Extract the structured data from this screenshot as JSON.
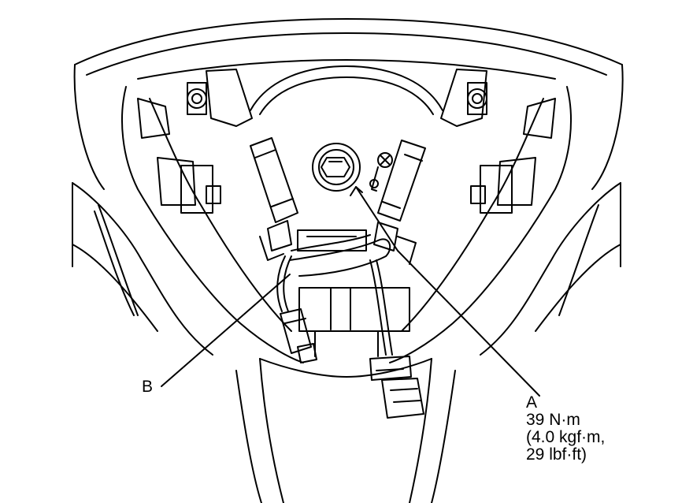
{
  "callouts": {
    "a": {
      "letter": "A",
      "torque_nm": "39 N·m",
      "torque_kgfm": "(4.0 kgf·m,",
      "torque_lbfft": "29 lbf·ft)"
    },
    "b": {
      "letter": "B"
    }
  },
  "colors": {
    "line": "#000000",
    "background": "#ffffff"
  }
}
